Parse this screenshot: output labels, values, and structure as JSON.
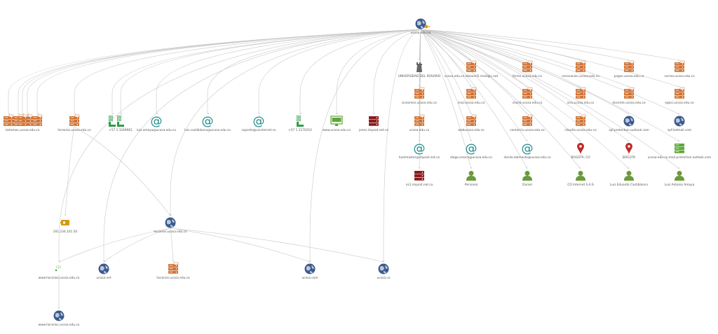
{
  "graph": {
    "nodes": [
      {
        "id": "root",
        "label": "ucosa.edu.co",
        "icon": "globe-icon",
        "color": "#3b5b8c"
      },
      {
        "id": "n1",
        "label": "",
        "icon": "server-icon",
        "color": "#d07030"
      },
      {
        "id": "n2",
        "label": "",
        "icon": "server-icon",
        "color": "#d07030"
      },
      {
        "id": "n3",
        "label": "",
        "icon": "server-icon",
        "color": "#d07030"
      },
      {
        "id": "n4",
        "label": "sistemas.ucosa.edu.co",
        "icon": "server-icon",
        "color": "#d07030"
      },
      {
        "id": "n5",
        "label": "",
        "icon": "server-icon",
        "color": "#d07030"
      },
      {
        "id": "n6",
        "label": "horarios.ucosa.edu.co",
        "icon": "server-icon",
        "color": "#d07030"
      },
      {
        "id": "n7",
        "label": "",
        "icon": "phone-icon",
        "color": "#2e9e4a"
      },
      {
        "id": "n8",
        "label": "+57 1 3169961",
        "icon": "phone-icon",
        "color": "#2e9e4a"
      },
      {
        "id": "n9",
        "label": "luis.amaya@ucosa.edu.co",
        "icon": "email-icon",
        "color": "#1a8a8a"
      },
      {
        "id": "n10",
        "label": "luis.castiblanco@ucosa.edu.co",
        "icon": "email-icon",
        "color": "#1a8a8a"
      },
      {
        "id": "n11",
        "label": "soporte@ucinternet.co",
        "icon": "email-icon",
        "color": "#1a8a8a"
      },
      {
        "id": "n12",
        "label": "+57 1 2170210",
        "icon": "phone-icon",
        "color": "#2e9e4a"
      },
      {
        "id": "n13",
        "label": "www.ucosa.edu.co",
        "icon": "website-icon",
        "color": "#5fa83a"
      },
      {
        "id": "n14",
        "label": "jones.impsat.net.co",
        "icon": "dns-icon",
        "color": "#8b1a1a"
      },
      {
        "id": "n15",
        "label": "UNIVERSIDAD DEL ROSARIO",
        "icon": "tower-icon",
        "color": "#666666"
      },
      {
        "id": "n16",
        "label": "ucosa.edu.co.inbound1.mxlogic.net",
        "icon": "server-icon",
        "color": "#d07030"
      },
      {
        "id": "n17",
        "label": "forms.ucosa.edu.co",
        "icon": "server-icon",
        "color": "#d07030"
      },
      {
        "id": "n18",
        "label": "renovacion.ucosa.edu.co",
        "icon": "server-icon",
        "color": "#d07030"
      },
      {
        "id": "n19",
        "label": "pagos.ucosa.edu.co",
        "icon": "server-icon",
        "color": "#d07030"
      },
      {
        "id": "n20",
        "label": "correo.ucosa.edu.co",
        "icon": "server-icon",
        "color": "#d07030"
      },
      {
        "id": "n21",
        "label": "sicoomes.ucosa.edu.co",
        "icon": "server-icon",
        "color": "#d07030"
      },
      {
        "id": "n22",
        "label": "inscrucosa.edu.co",
        "icon": "server-icon",
        "color": "#d07030"
      },
      {
        "id": "n23",
        "label": "clavid.ucosa.edu.co",
        "icon": "server-icon",
        "color": "#d07030"
      },
      {
        "id": "n24",
        "label": "aviv.ucosa.edu.co",
        "icon": "server-icon",
        "color": "#d07030"
      },
      {
        "id": "n25",
        "label": "docente.ucosa.edu.co",
        "icon": "server-icon",
        "color": "#d07030"
      },
      {
        "id": "n26",
        "label": "egosi.ucosa.edu.co",
        "icon": "server-icon",
        "color": "#d07030"
      },
      {
        "id": "n27",
        "label": "ucosa.edu.co",
        "icon": "server-icon",
        "color": "#d07030"
      },
      {
        "id": "n28",
        "label": "webucosa.edu.co",
        "icon": "server-icon",
        "color": "#d07030"
      },
      {
        "id": "n29",
        "label": "comercio.ucosa.edu.co",
        "icon": "server-icon",
        "color": "#d07030"
      },
      {
        "id": "n30",
        "label": "claudia.ucosa.edu.co",
        "icon": "server-icon",
        "color": "#d07030"
      },
      {
        "id": "n31",
        "label": "spf.protection.outlook.com",
        "icon": "globe-icon",
        "color": "#3b5b8c"
      },
      {
        "id": "n32",
        "label": "spf.hotmail.com",
        "icon": "globe-icon",
        "color": "#3b5b8c"
      },
      {
        "id": "n33",
        "label": "hostmaster@impsat.net.co",
        "icon": "email-icon",
        "color": "#1a8a8a"
      },
      {
        "id": "n34",
        "label": "diego.orozco@ucosa.edu.co",
        "icon": "email-icon",
        "color": "#1a8a8a"
      },
      {
        "id": "n35",
        "label": "danilo.dalmeida@ucosa.edu.co",
        "icon": "email-icon",
        "color": "#1a8a8a"
      },
      {
        "id": "n36",
        "label": "BOGOTA, CO",
        "icon": "location-pin-icon",
        "color": "#c0292b"
      },
      {
        "id": "n37",
        "label": "BOGOTA",
        "icon": "location-pin-icon",
        "color": "#c0292b"
      },
      {
        "id": "n38",
        "label": "ucosa-edu-co.mail.protection.outlook.com",
        "icon": "mx-server-icon",
        "color": "#5fa83a"
      },
      {
        "id": "n39",
        "label": "ns1.impsat.net.co",
        "icon": "dns-icon",
        "color": "#8b1a1a"
      },
      {
        "id": "n40",
        "label": "Personal",
        "icon": "person-icon",
        "color": "#6a9a3a"
      },
      {
        "id": "n41",
        "label": "Daniel",
        "icon": "person-icon",
        "color": "#6a9a3a"
      },
      {
        "id": "n42",
        "label": ".CO Internet S.A.S.",
        "icon": "person-icon",
        "color": "#6a9a3a"
      },
      {
        "id": "n43",
        "label": "Luis Eduardo Castiblanco",
        "icon": "person-icon",
        "color": "#6a9a3a"
      },
      {
        "id": "n44",
        "label": "Luis Antonio Amaya",
        "icon": "person-icon",
        "color": "#6a9a3a"
      },
      {
        "id": "n45",
        "label": "201.234.101.50",
        "icon": "ip-address-icon",
        "color": "#d49a10"
      },
      {
        "id": "n46",
        "label": "horarios.ucosa.edu.co",
        "icon": "globe-icon",
        "color": "#3b5b8c"
      },
      {
        "id": "n47",
        "label": "www.horarios.ucosa.edu.co",
        "icon": "website-dotted-icon",
        "color": "#5fa83a"
      },
      {
        "id": "n48",
        "label": "ucosa.net",
        "icon": "globe-icon",
        "color": "#3b5b8c"
      },
      {
        "id": "n49",
        "label": "horarios.ucosa.edu.co",
        "icon": "server-icon",
        "color": "#d07030"
      },
      {
        "id": "n50",
        "label": "ucosa.com",
        "icon": "globe-icon",
        "color": "#3b5b8c"
      },
      {
        "id": "n51",
        "label": "ucosa.co",
        "icon": "globe-icon",
        "color": "#3b5b8c"
      },
      {
        "id": "n52",
        "label": "www.horarios.ucosa.edu.co",
        "icon": "globe-icon",
        "color": "#3b5b8c"
      }
    ],
    "edges": [
      [
        "root",
        "n1"
      ],
      [
        "root",
        "n2"
      ],
      [
        "root",
        "n3"
      ],
      [
        "root",
        "n4"
      ],
      [
        "root",
        "n5"
      ],
      [
        "root",
        "n6"
      ],
      [
        "root",
        "n7"
      ],
      [
        "root",
        "n8"
      ],
      [
        "root",
        "n9"
      ],
      [
        "root",
        "n10"
      ],
      [
        "root",
        "n11"
      ],
      [
        "root",
        "n12"
      ],
      [
        "root",
        "n13"
      ],
      [
        "root",
        "n14"
      ],
      [
        "root",
        "n15"
      ],
      [
        "root",
        "n16"
      ],
      [
        "root",
        "n17"
      ],
      [
        "root",
        "n18"
      ],
      [
        "root",
        "n19"
      ],
      [
        "root",
        "n20"
      ],
      [
        "root",
        "n21"
      ],
      [
        "root",
        "n22"
      ],
      [
        "root",
        "n23"
      ],
      [
        "root",
        "n24"
      ],
      [
        "root",
        "n25"
      ],
      [
        "root",
        "n26"
      ],
      [
        "root",
        "n27"
      ],
      [
        "root",
        "n28"
      ],
      [
        "root",
        "n29"
      ],
      [
        "root",
        "n30"
      ],
      [
        "root",
        "n31"
      ],
      [
        "root",
        "n32"
      ],
      [
        "root",
        "n33"
      ],
      [
        "root",
        "n34"
      ],
      [
        "root",
        "n35"
      ],
      [
        "root",
        "n36"
      ],
      [
        "root",
        "n37"
      ],
      [
        "root",
        "n38"
      ],
      [
        "root",
        "n39"
      ],
      [
        "root",
        "n40"
      ],
      [
        "root",
        "n41"
      ],
      [
        "root",
        "n42"
      ],
      [
        "root",
        "n43"
      ],
      [
        "root",
        "n44"
      ],
      [
        "root",
        "n46"
      ],
      [
        "root",
        "n47"
      ],
      [
        "root",
        "n48"
      ],
      [
        "root",
        "n50"
      ],
      [
        "root",
        "n51"
      ],
      [
        "n6",
        "n45"
      ],
      [
        "n6",
        "n46"
      ],
      [
        "n46",
        "n47"
      ],
      [
        "n46",
        "n48"
      ],
      [
        "n46",
        "n49"
      ],
      [
        "n46",
        "n50"
      ],
      [
        "n46",
        "n51"
      ],
      [
        "n47",
        "n52"
      ]
    ]
  }
}
